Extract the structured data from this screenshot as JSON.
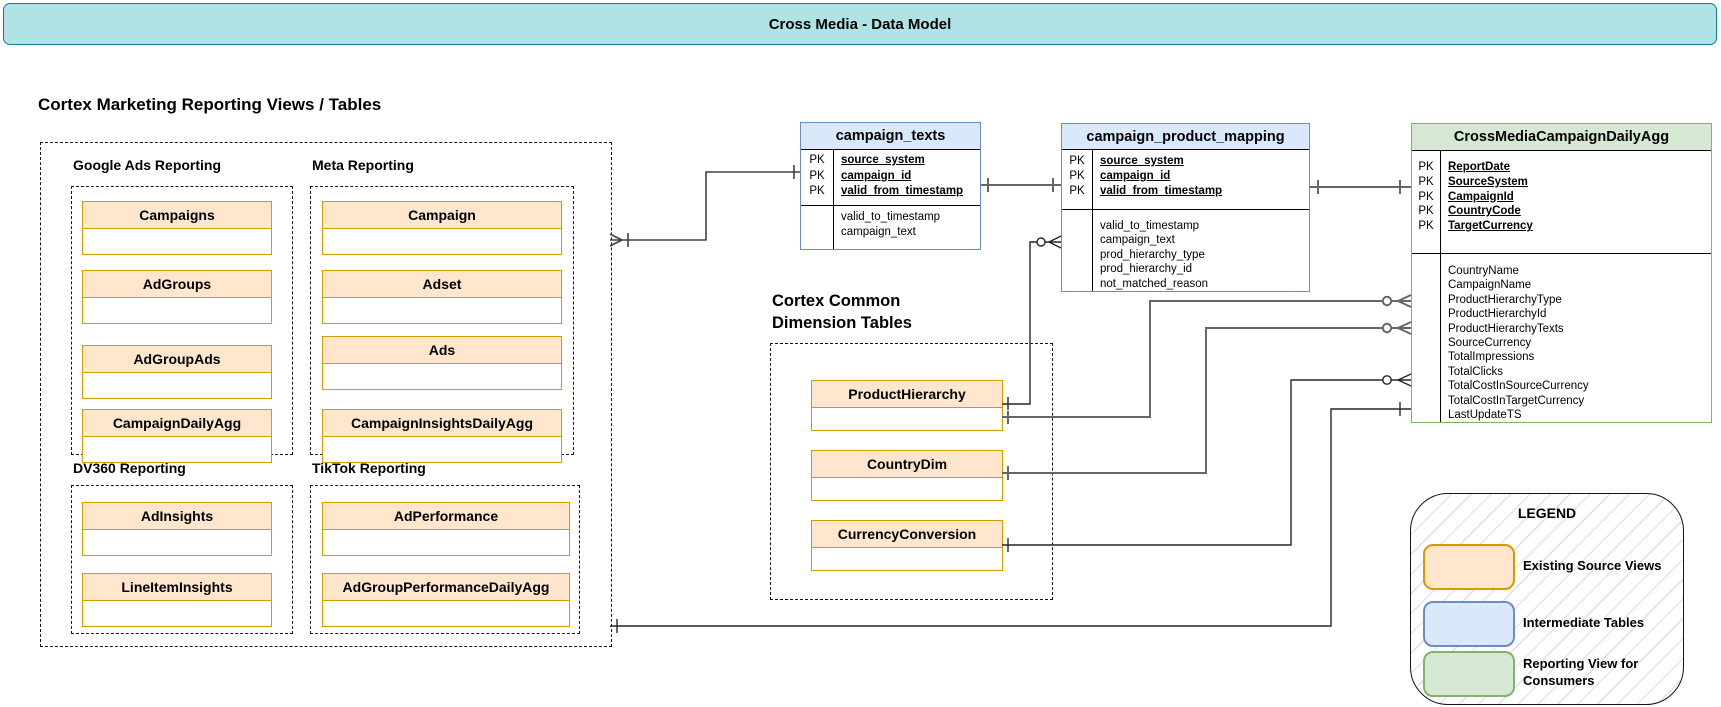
{
  "banner": {
    "title": "Cross Media - Data Model"
  },
  "labels": {
    "pk": "PK"
  },
  "sections": {
    "marketing": {
      "title": "Cortex Marketing Reporting Views / Tables",
      "groups": [
        {
          "label": "Google Ads Reporting",
          "entities": [
            "Campaigns",
            "AdGroups",
            "AdGroupAds",
            "CampaignDailyAgg"
          ]
        },
        {
          "label": "Meta Reporting",
          "entities": [
            "Campaign",
            "Adset",
            "Ads",
            "CampaignInsightsDailyAgg"
          ]
        },
        {
          "label": "DV360 Reporting",
          "entities": [
            "AdInsights",
            "LineItemInsights"
          ]
        },
        {
          "label": "TikTok Reporting",
          "entities": [
            "AdPerformance",
            "AdGroupPerformanceDailyAgg"
          ]
        }
      ]
    },
    "dimensions": {
      "title_line1": "Cortex Common",
      "title_line2": "Dimension Tables",
      "entities": [
        "ProductHierarchy",
        "CountryDim",
        "CurrencyConversion"
      ]
    }
  },
  "tables": [
    {
      "name": "campaign_texts",
      "style": "intermediate",
      "pk": [
        "source_system",
        "campaign_id",
        "valid_from_timestamp"
      ],
      "columns": [
        "valid_to_timestamp",
        "campaign_text"
      ]
    },
    {
      "name": "campaign_product_mapping",
      "style": "intermediate",
      "pk": [
        "source_system",
        "campaign_id",
        "valid_from_timestamp"
      ],
      "columns": [
        "valid_to_timestamp",
        "campaign_text",
        "prod_hierarchy_type",
        "prod_hierarchy_id",
        "not_matched_reason"
      ]
    },
    {
      "name": "CrossMediaCampaignDailyAgg",
      "style": "reporting",
      "pk": [
        "ReportDate",
        "SourceSystem",
        "CampaignId",
        "CountryCode",
        "TargetCurrency"
      ],
      "columns": [
        "CountryName",
        "CampaignName",
        "ProductHierarchyType",
        "ProductHierarchyId",
        "ProductHierarchyTexts",
        "SourceCurrency",
        "TotalImpressions",
        "TotalClicks",
        "TotalCostInSourceCurrency",
        "TotalCostInTargetCurrency",
        "LastUpdateTS"
      ]
    }
  ],
  "legend": {
    "title": "LEGEND",
    "items": [
      {
        "label": "Existing Source Views",
        "style": "source",
        "fill": "#ffe6cc",
        "border": "#d79b00"
      },
      {
        "label": "Intermediate Tables",
        "style": "intermediate",
        "fill": "#dae8fc",
        "border": "#6c8ebf"
      },
      {
        "label": "Reporting View for Consumers",
        "style": "reporting",
        "fill": "#d5e8d4",
        "border": "#82b366"
      }
    ]
  },
  "colors": {
    "banner_fill": "#b0e3e6",
    "banner_border": "#0e8088",
    "source_fill": "#ffe6cc",
    "source_border": "#d79b00",
    "intermediate_fill": "#dae8fc",
    "intermediate_border": "#6c8ebf",
    "reporting_fill": "#d5e8d4",
    "reporting_border": "#82b366",
    "connector": "#666666"
  }
}
